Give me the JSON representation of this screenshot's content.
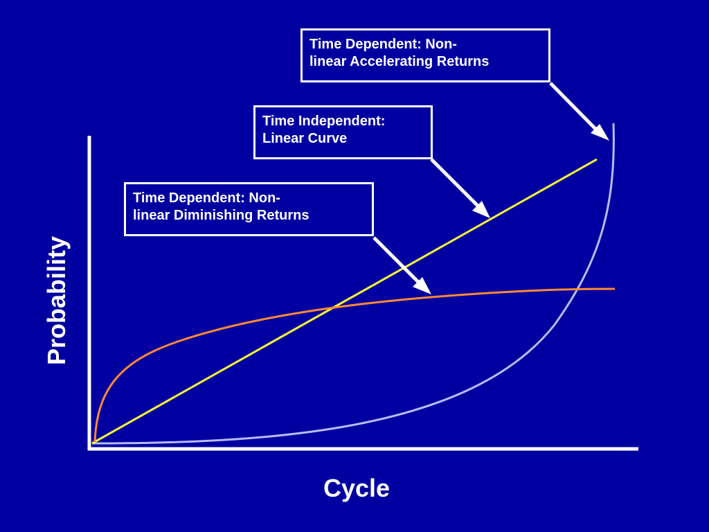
{
  "colors": {
    "background": "#0000A0",
    "axis": "#FFFFFF",
    "linear_curve": "#FFFF33",
    "diminishing_curve": "#FF8A33",
    "accelerating_curve": "#B8BCF5",
    "callout_border": "#FFFFFF",
    "text": "#FFFFFF"
  },
  "axes": {
    "x_title": "Cycle",
    "y_title": "Probability"
  },
  "callouts": {
    "accelerating": {
      "line1": "Time Dependent: Non-",
      "line2": "linear Accelerating Returns"
    },
    "linear": {
      "line1": "Time Independent:",
      "line2": "Linear Curve"
    },
    "diminishing": {
      "line1": "Time Dependent: Non-",
      "line2": "linear Diminishing Returns"
    }
  }
}
